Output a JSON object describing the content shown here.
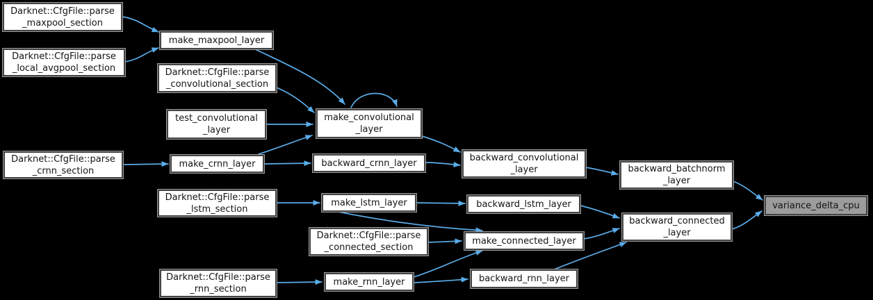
{
  "diagram": {
    "type": "call-graph",
    "colors": {
      "background": "#000000",
      "edge": "#5aace8",
      "node_fill": "#ffffff",
      "node_border": "#424242",
      "highlight_fill": "#9c9c9c"
    },
    "nodes": [
      {
        "id": "parse_maxpool_section",
        "label": "Darknet::CfgFile::parse\n_maxpool_section",
        "highlighted": false,
        "clickable": true
      },
      {
        "id": "make_maxpool_layer",
        "label": "make_maxpool_layer",
        "highlighted": false,
        "clickable": true
      },
      {
        "id": "parse_local_avgpool_section",
        "label": "Darknet::CfgFile::parse\n_local_avgpool_section",
        "highlighted": false,
        "clickable": true
      },
      {
        "id": "parse_convolutional_section",
        "label": "Darknet::CfgFile::parse\n_convolutional_section",
        "highlighted": false,
        "clickable": true
      },
      {
        "id": "test_convolutional_layer",
        "label": "test_convolutional\n_layer",
        "highlighted": false,
        "clickable": true
      },
      {
        "id": "make_convolutional_layer",
        "label": "make_convolutional\n_layer",
        "highlighted": false,
        "clickable": true
      },
      {
        "id": "parse_crnn_section",
        "label": "Darknet::CfgFile::parse\n_crnn_section",
        "highlighted": false,
        "clickable": true
      },
      {
        "id": "make_crnn_layer",
        "label": "make_crnn_layer",
        "highlighted": false,
        "clickable": true
      },
      {
        "id": "backward_crnn_layer",
        "label": "backward_crnn_layer",
        "highlighted": false,
        "clickable": true
      },
      {
        "id": "backward_convolutional_layer",
        "label": "backward_convolutional\n_layer",
        "highlighted": false,
        "clickable": true
      },
      {
        "id": "backward_batchnorm_layer",
        "label": "backward_batchnorm\n_layer",
        "highlighted": false,
        "clickable": true
      },
      {
        "id": "variance_delta_cpu",
        "label": "variance_delta_cpu",
        "highlighted": true,
        "clickable": false
      },
      {
        "id": "parse_lstm_section",
        "label": "Darknet::CfgFile::parse\n_lstm_section",
        "highlighted": false,
        "clickable": true
      },
      {
        "id": "make_lstm_layer",
        "label": "make_lstm_layer",
        "highlighted": false,
        "clickable": true
      },
      {
        "id": "backward_lstm_layer",
        "label": "backward_lstm_layer",
        "highlighted": false,
        "clickable": true
      },
      {
        "id": "parse_connected_section",
        "label": "Darknet::CfgFile::parse\n_connected_section",
        "highlighted": false,
        "clickable": true
      },
      {
        "id": "make_connected_layer",
        "label": "make_connected_layer",
        "highlighted": false,
        "clickable": true
      },
      {
        "id": "parse_rnn_section",
        "label": "Darknet::CfgFile::parse\n_rnn_section",
        "highlighted": false,
        "clickable": true
      },
      {
        "id": "make_rnn_layer",
        "label": "make_rnn_layer",
        "highlighted": false,
        "clickable": true
      },
      {
        "id": "backward_rnn_layer",
        "label": "backward_rnn_layer",
        "highlighted": false,
        "clickable": true
      },
      {
        "id": "backward_connected_layer",
        "label": "backward_connected\n_layer",
        "highlighted": false,
        "clickable": true
      }
    ],
    "edges": [
      {
        "from": "parse_maxpool_section",
        "to": "make_maxpool_layer"
      },
      {
        "from": "parse_local_avgpool_section",
        "to": "make_maxpool_layer"
      },
      {
        "from": "make_maxpool_layer",
        "to": "make_convolutional_layer"
      },
      {
        "from": "parse_convolutional_section",
        "to": "make_convolutional_layer"
      },
      {
        "from": "test_convolutional_layer",
        "to": "make_convolutional_layer"
      },
      {
        "from": "make_crnn_layer",
        "to": "make_convolutional_layer"
      },
      {
        "from": "make_convolutional_layer",
        "to": "make_convolutional_layer"
      },
      {
        "from": "make_convolutional_layer",
        "to": "backward_convolutional_layer"
      },
      {
        "from": "parse_crnn_section",
        "to": "make_crnn_layer"
      },
      {
        "from": "make_crnn_layer",
        "to": "backward_crnn_layer"
      },
      {
        "from": "backward_crnn_layer",
        "to": "backward_convolutional_layer"
      },
      {
        "from": "backward_convolutional_layer",
        "to": "backward_batchnorm_layer"
      },
      {
        "from": "backward_batchnorm_layer",
        "to": "variance_delta_cpu"
      },
      {
        "from": "parse_lstm_section",
        "to": "make_lstm_layer"
      },
      {
        "from": "make_lstm_layer",
        "to": "backward_lstm_layer"
      },
      {
        "from": "make_lstm_layer",
        "to": "make_connected_layer"
      },
      {
        "from": "backward_lstm_layer",
        "to": "backward_connected_layer"
      },
      {
        "from": "parse_connected_section",
        "to": "make_connected_layer"
      },
      {
        "from": "make_connected_layer",
        "to": "backward_connected_layer"
      },
      {
        "from": "backward_connected_layer",
        "to": "variance_delta_cpu"
      },
      {
        "from": "parse_rnn_section",
        "to": "make_rnn_layer"
      },
      {
        "from": "make_rnn_layer",
        "to": "make_connected_layer"
      },
      {
        "from": "make_rnn_layer",
        "to": "backward_rnn_layer"
      },
      {
        "from": "backward_rnn_layer",
        "to": "backward_connected_layer"
      }
    ]
  }
}
